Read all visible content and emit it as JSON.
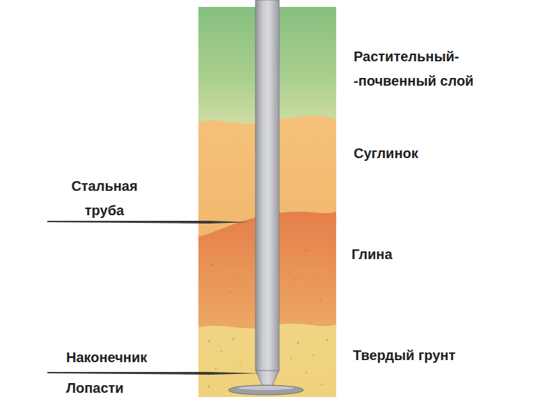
{
  "diagram": {
    "labels": [
      "Растительный- -почвенный слой",
      "Суглинок",
      "Стальная труба",
      "Глина",
      "Наконечник",
      "Твердый грунт",
      "Лопасти"
    ]
  }
}
